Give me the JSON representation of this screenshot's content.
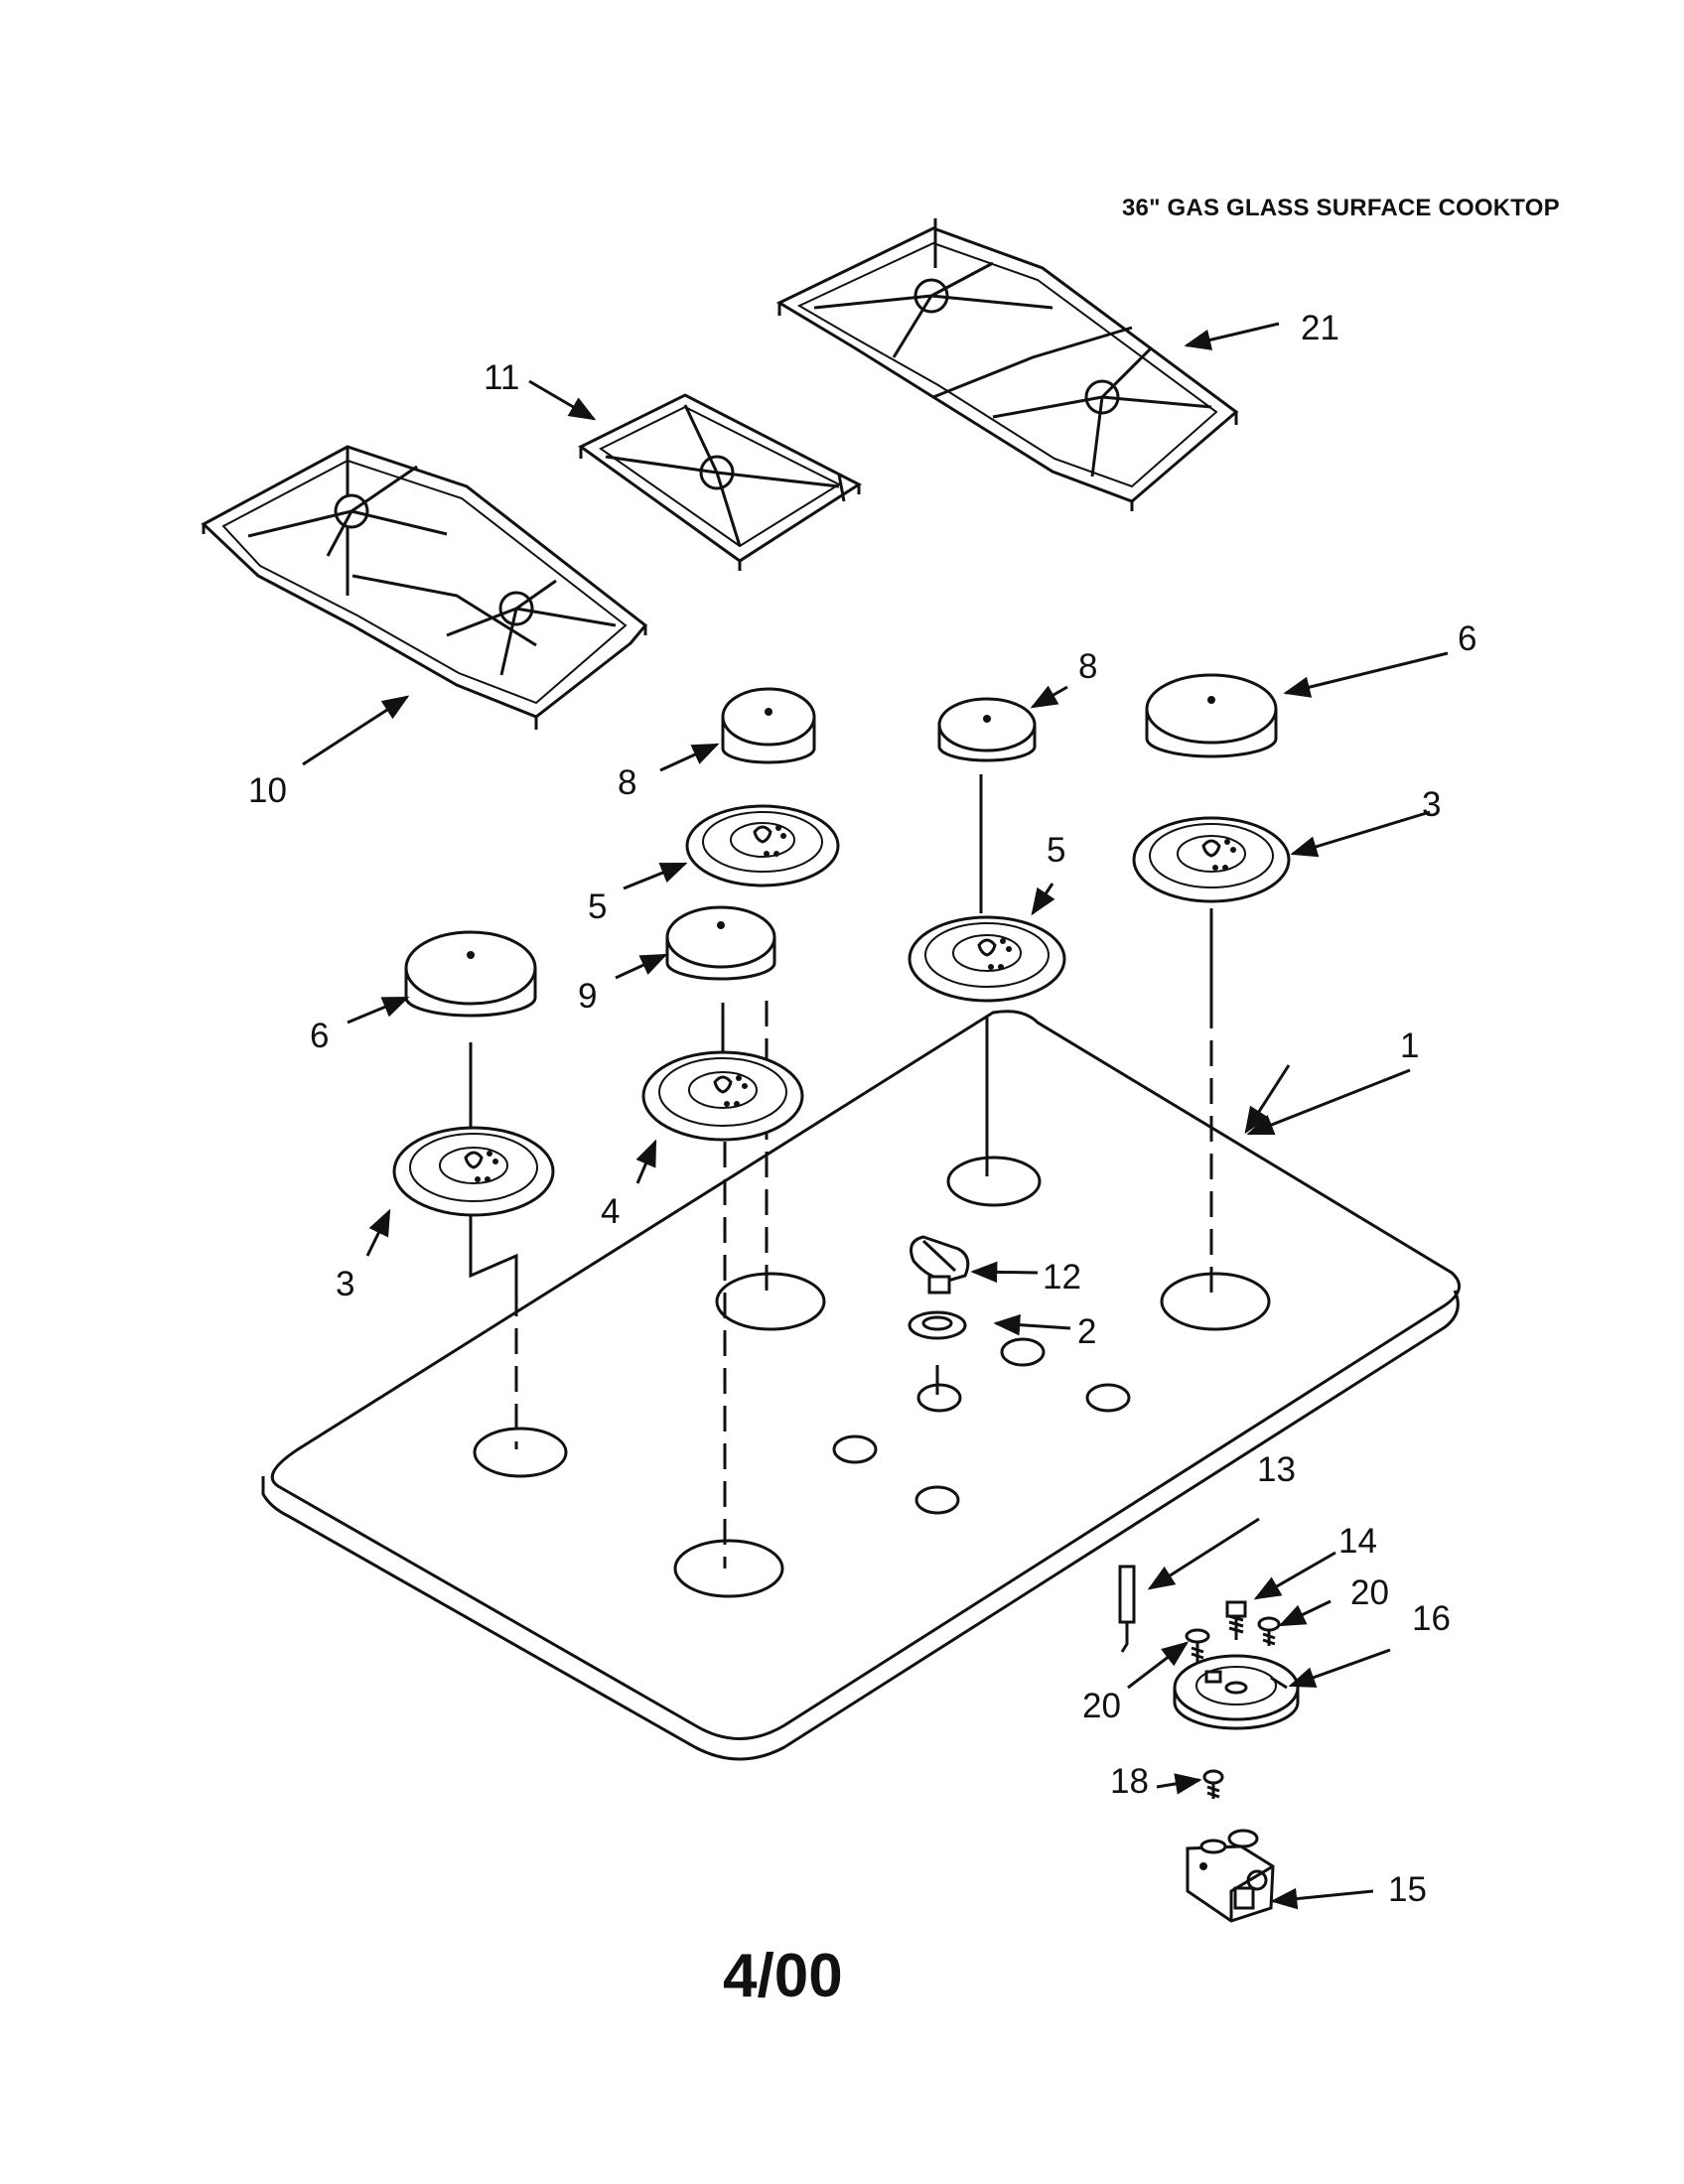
{
  "document": {
    "heading": "36\" GAS GLASS SURFACE COOKTOP",
    "footer_date": "4/00"
  },
  "callouts": {
    "c1": "1",
    "c2": "2",
    "c3a": "3",
    "c3b": "3",
    "c4": "4",
    "c5a": "5",
    "c5b": "5",
    "c6a": "6",
    "c6b": "6",
    "c8a": "8",
    "c8b": "8",
    "c9": "9",
    "c10": "10",
    "c11": "11",
    "c12": "12",
    "c13": "13",
    "c14": "14",
    "c15": "15",
    "c16": "16",
    "c18": "18",
    "c20a": "20",
    "c20b": "20",
    "c21": "21"
  }
}
